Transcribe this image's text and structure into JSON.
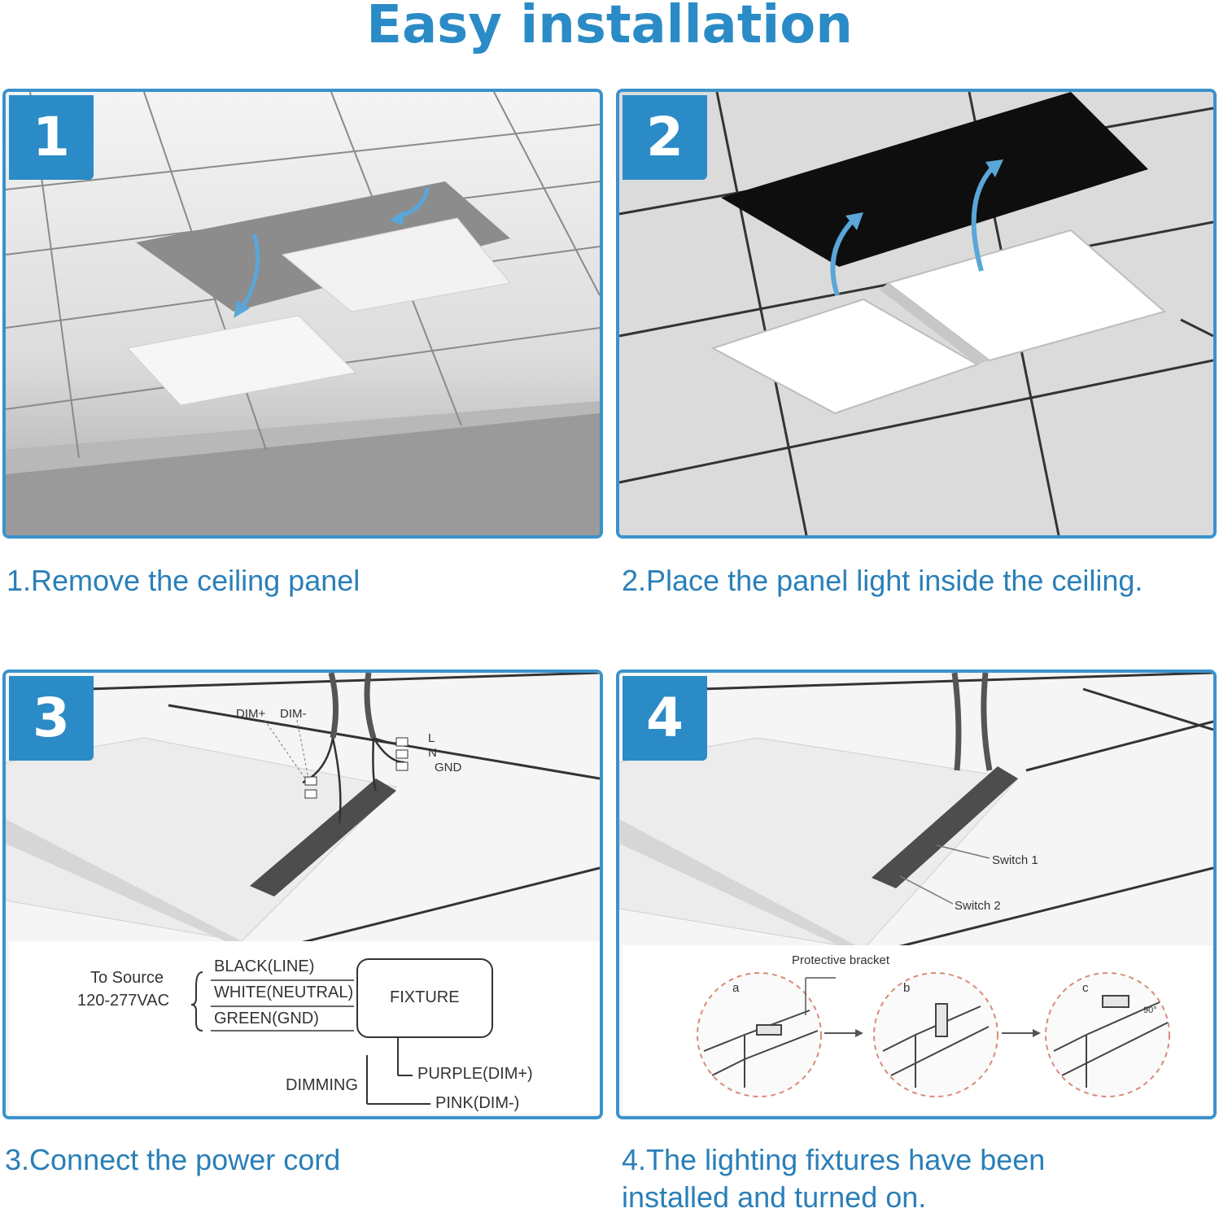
{
  "title": "Easy installation",
  "steps": [
    {
      "number": "1",
      "caption": "1.Remove the ceiling panel"
    },
    {
      "number": "2",
      "caption": "2.Place the panel light inside the ceiling."
    },
    {
      "number": "3",
      "caption": "3.Connect the power cord"
    },
    {
      "number": "4",
      "caption_line1": "4.The lighting fixtures have been",
      "caption_line2": "installed and turned on."
    }
  ],
  "wiring": {
    "dim_plus": "DIM+",
    "dim_minus": "DIM-",
    "l": "L",
    "n": "N",
    "gnd": "GND",
    "source_line1": "To Source",
    "source_line2": "120-277VAC",
    "black": "BLACK(LINE)",
    "white": "WHITE(NEUTRAL)",
    "green": "GREEN(GND)",
    "fixture": "FIXTURE",
    "dimming": "DIMMING",
    "purple": "PURPLE(DIM+)",
    "pink": "PINK(DIM-)"
  },
  "switches": {
    "switch1": "Switch 1",
    "switch2": "Switch 2",
    "bracket": "Protective bracket",
    "a": "a",
    "b": "b",
    "c": "c",
    "angle": "90°"
  },
  "colors": {
    "accent": "#2a8bc6",
    "caption": "#2a7fb8"
  }
}
